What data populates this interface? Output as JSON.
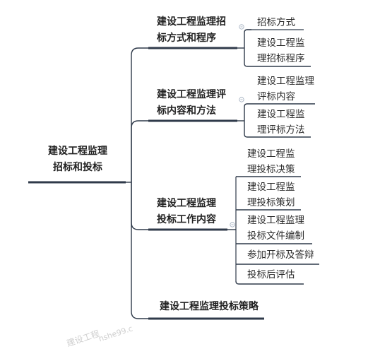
{
  "root": {
    "label": [
      "建设工程监理",
      "招标和投标"
    ]
  },
  "branches": [
    {
      "label": [
        "建设工程监理招",
        "标方式和程序"
      ],
      "children": [
        {
          "label": [
            "招标方式"
          ]
        },
        {
          "label": [
            "建设工程监",
            "理招标程序"
          ]
        }
      ]
    },
    {
      "label": [
        "建设工程监理评",
        "标内容和方法"
      ],
      "children": [
        {
          "label": [
            "建设工程监理",
            "评标内容"
          ]
        },
        {
          "label": [
            "建设工程监",
            "理评标方法"
          ]
        }
      ]
    },
    {
      "label": [
        "建设工程监理",
        "投标工作内容"
      ],
      "children": [
        {
          "label": [
            "建设工程监",
            "理投标决策"
          ]
        },
        {
          "label": [
            "建设工程监",
            "理投标策划"
          ]
        },
        {
          "label": [
            "建设工程监理",
            "投标文件编制"
          ]
        },
        {
          "label": [
            "参加开标及答辩"
          ]
        },
        {
          "label": [
            "投标后评估"
          ]
        }
      ]
    },
    {
      "label": [
        "建设工程监理投标策略"
      ],
      "children": []
    }
  ],
  "collapse_icon": "minus-circle-icon",
  "watermark": {
    "line1": "建设工程",
    "line2": "nshe99.c"
  },
  "colors": {
    "line": "#2f3a4a",
    "underline": "#2a3344"
  }
}
